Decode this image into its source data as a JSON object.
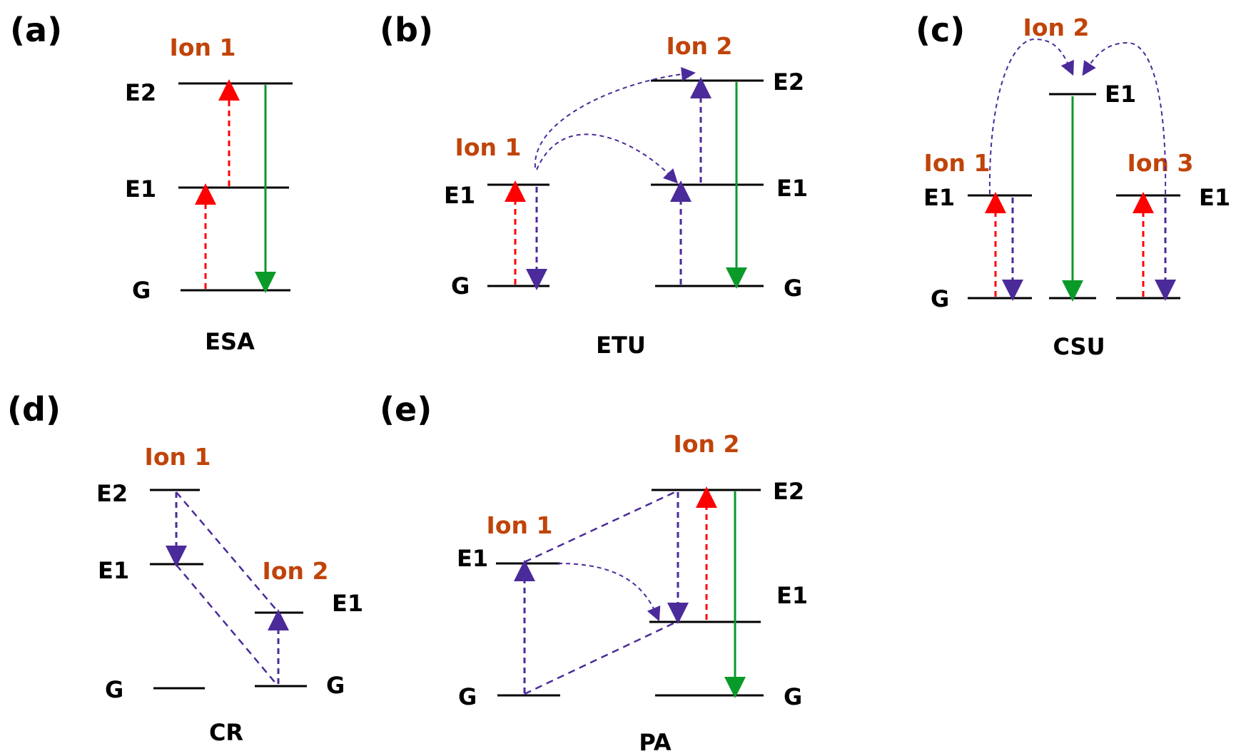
{
  "colors": {
    "ion_label": "#C0440A",
    "red": "#FF0000",
    "purple": "#4B2A9A",
    "green": "#0A9A2A",
    "level_line": "#000000"
  },
  "panels": {
    "a": {
      "panel_label": "(a)",
      "ion1": "Ion 1",
      "levels": {
        "E2": "E2",
        "E1": "E1",
        "G": "G"
      },
      "process": "ESA"
    },
    "b": {
      "panel_label": "(b)",
      "ion1": "Ion 1",
      "ion2": "Ion 2",
      "levels": {
        "E1_left": "E1",
        "G_left": "G",
        "E2_right": "E2",
        "E1_right": "E1",
        "G_right": "G"
      },
      "process": "ETU"
    },
    "c": {
      "panel_label": "(c)",
      "ion1": "Ion 1",
      "ion2": "Ion 2",
      "ion3": "Ion 3",
      "levels": {
        "E1_left": "E1",
        "G_left": "G",
        "E1_mid": "E1",
        "E1_right": "E1"
      },
      "process": "CSU"
    },
    "d": {
      "panel_label": "(d)",
      "ion1": "Ion 1",
      "ion2": "Ion 2",
      "levels": {
        "E2_left": "E2",
        "E1_left": "E1",
        "G_left": "G",
        "E1_right": "E1",
        "G_right": "G"
      },
      "process": "CR"
    },
    "e": {
      "panel_label": "(e)",
      "ion1": "Ion 1",
      "ion2": "Ion 2",
      "levels": {
        "E1_left": "E1",
        "G_left": "G",
        "E2_right": "E2",
        "E1_right": "E1",
        "G_right": "G"
      },
      "process": "PA"
    }
  }
}
